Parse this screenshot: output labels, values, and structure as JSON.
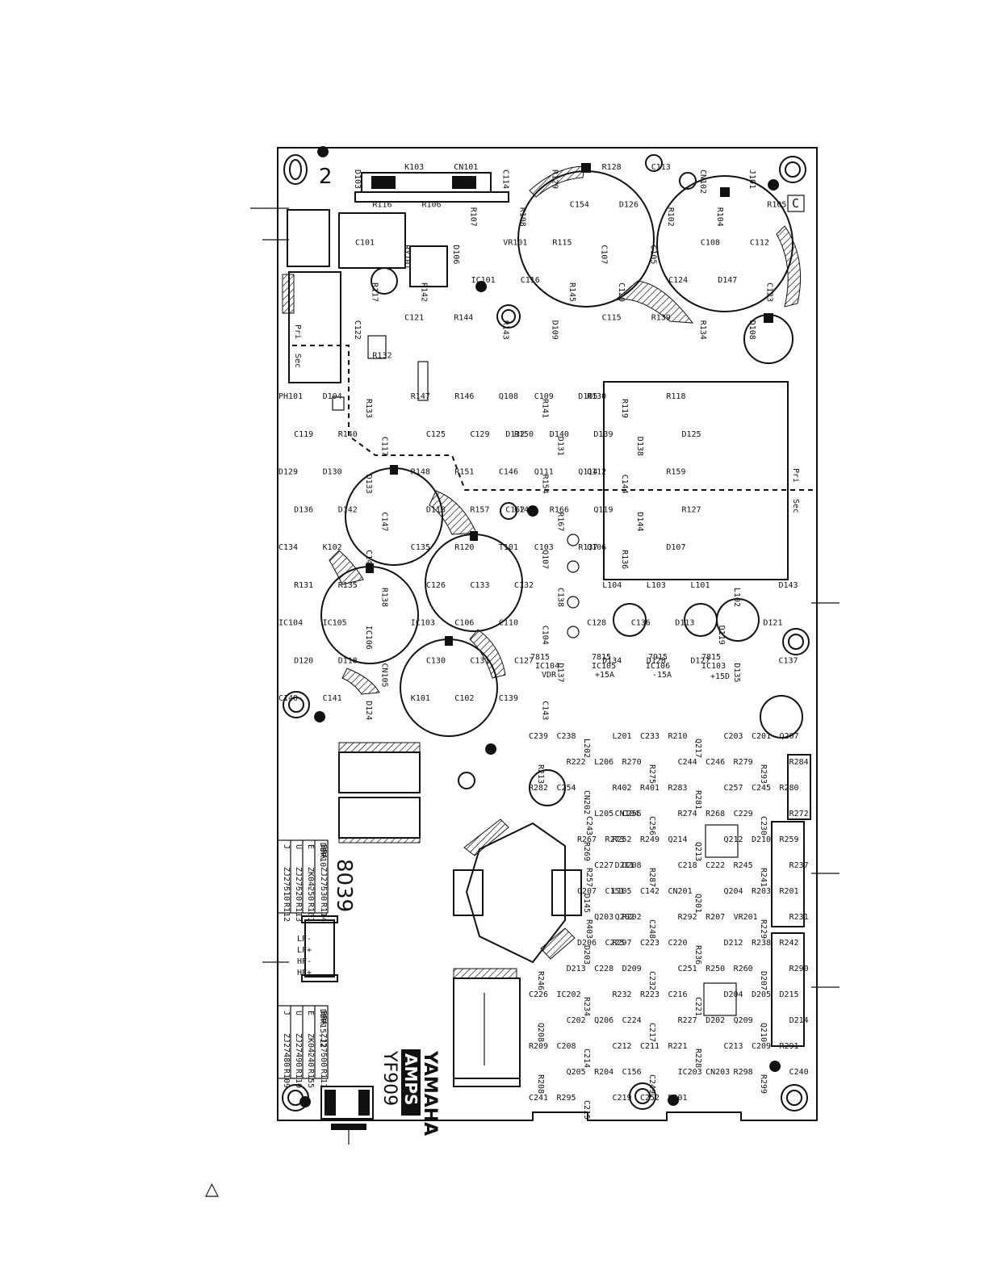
{
  "board": {
    "brand": "YAMAHA",
    "series": "AMPS",
    "model": "YF909",
    "code": "8039",
    "corner_number": "2",
    "corner_letter": "C",
    "zone_primary": "Pri",
    "zone_secondary": "Sec"
  },
  "components": {
    "top": [
      "D103",
      "K103",
      "CN101",
      "C114",
      "R129",
      "R128",
      "C113",
      "CN102",
      "J101",
      "R116",
      "R106",
      "R107",
      "R108",
      "C154",
      "D126",
      "R102",
      "R104",
      "R105",
      "C101",
      "RY101",
      "D106",
      "VR101",
      "R115",
      "C107",
      "C105",
      "C108",
      "C112",
      "R117",
      "R142",
      "IC101",
      "C116",
      "R145",
      "C120",
      "C124",
      "D147",
      "C123",
      "C122",
      "C121",
      "R144",
      "R143",
      "D109",
      "C115",
      "R139",
      "R134",
      "D108",
      "R132"
    ],
    "middle": [
      "PH101",
      "D104",
      "R133",
      "R147",
      "R146",
      "Q108",
      "R141",
      "R130",
      "C109",
      "D105",
      "R119",
      "R118",
      "C119",
      "R140",
      "C117",
      "C125",
      "C129",
      "R150",
      "D131",
      "D132",
      "D140",
      "D139",
      "D138",
      "D125",
      "D129",
      "D130",
      "D133",
      "R148",
      "R151",
      "C146",
      "R154",
      "Q112",
      "Q111",
      "Q114",
      "C144",
      "R159",
      "D136",
      "D142",
      "C147",
      "D118",
      "R157",
      "C145",
      "R167",
      "C152",
      "R166",
      "Q119",
      "D144",
      "R127",
      "C134",
      "K102",
      "C149",
      "C135",
      "R120",
      "T101",
      "Q107",
      "Q106",
      "C103",
      "R137",
      "R136",
      "D107",
      "R131",
      "R135",
      "R138",
      "C126",
      "C133",
      "C132",
      "C138",
      "L104",
      "L103",
      "L101",
      "L102",
      "D143",
      "IC104",
      "IC105",
      "IC106",
      "IC103",
      "C106",
      "C110",
      "C104",
      "C128",
      "C136",
      "D113",
      "D119",
      "D121",
      "D120",
      "D118",
      "CN105",
      "C130",
      "C131",
      "C127",
      "D137",
      "D134",
      "D128",
      "D127",
      "D135",
      "C137",
      "C140",
      "C141",
      "D124",
      "K101",
      "C102",
      "C139",
      "C143"
    ],
    "bottom": [
      "C239",
      "C238",
      "L202",
      "L201",
      "C233",
      "R210",
      "Q217",
      "C203",
      "C201",
      "Q207",
      "R213",
      "R222",
      "L206",
      "R270",
      "R275",
      "C244",
      "C246",
      "R279",
      "R293",
      "R284",
      "R282",
      "C254",
      "CN202",
      "R402",
      "R401",
      "R283",
      "R281",
      "C257",
      "C245",
      "R280",
      "C243",
      "CN104",
      "L205",
      "C255",
      "C256",
      "R274",
      "R268",
      "C229",
      "C230",
      "R272",
      "R267",
      "R273",
      "R269",
      "R252",
      "R249",
      "Q214",
      "Q213",
      "Q212",
      "D210",
      "R259",
      "R257",
      "D211",
      "C227",
      "D208",
      "R287",
      "C218",
      "C222",
      "R245",
      "R241",
      "R237",
      "C207",
      "C151",
      "D145",
      "L105",
      "C142",
      "CN201",
      "Q201",
      "Q204",
      "R203",
      "R201",
      "R403",
      "Q202",
      "Q203",
      "R202",
      "C248",
      "R292",
      "R207",
      "VR201",
      "R229",
      "R231",
      "D206",
      "C225",
      "D203",
      "R297",
      "C223",
      "C220",
      "R236",
      "D212",
      "R238",
      "R242",
      "R246",
      "D213",
      "C228",
      "D209",
      "C232",
      "C251",
      "R250",
      "R260",
      "D207",
      "R290",
      "C226",
      "IC202",
      "R234",
      "R232",
      "R223",
      "C216",
      "C221",
      "D204",
      "D205",
      "D215",
      "Q208",
      "C202",
      "Q206",
      "C224",
      "C217",
      "R227",
      "D202",
      "Q209",
      "Q210",
      "D214",
      "R209",
      "C208",
      "C214",
      "C212",
      "C211",
      "R221",
      "R228",
      "C213",
      "C209",
      "R291",
      "R208",
      "Q205",
      "R204",
      "C156",
      "C249",
      "IC203",
      "CN203",
      "R298",
      "R299",
      "C240",
      "C241",
      "R295",
      "C215",
      "C219",
      "C252",
      "D201"
    ]
  },
  "connector_labels": [
    "LF-",
    "LF+",
    "HF-",
    "HF+"
  ],
  "ic_labels": [
    {
      "ref": "IC104",
      "part": "7815",
      "note": "VDR"
    },
    {
      "ref": "IC105",
      "part": "7815",
      "note": "+15A"
    },
    {
      "ref": "IC106",
      "part": "7915",
      "note": "-15A"
    },
    {
      "ref": "IC103",
      "part": "7815",
      "note": "+15D"
    }
  ],
  "table1": {
    "title": "DBR10",
    "rows": [
      [
        "J",
        "ZJ27510",
        "·",
        "R112"
      ],
      [
        "U",
        "ZJ27520",
        "·",
        "R113"
      ],
      [
        "E",
        "ZK04250",
        "·",
        "R161"
      ],
      [
        "BRA",
        "ZJ27530",
        "·",
        "R114"
      ]
    ]
  },
  "table2": {
    "title": "DBR15,12",
    "rows": [
      [
        "J",
        "ZJ27480",
        "·",
        "R109"
      ],
      [
        "U",
        "ZJ27490",
        "·",
        "R110"
      ],
      [
        "E",
        "ZK04240",
        "·",
        "R155"
      ],
      [
        "BRA",
        "ZJ27500",
        "·",
        "R111"
      ]
    ]
  },
  "footer_symbol": "△"
}
